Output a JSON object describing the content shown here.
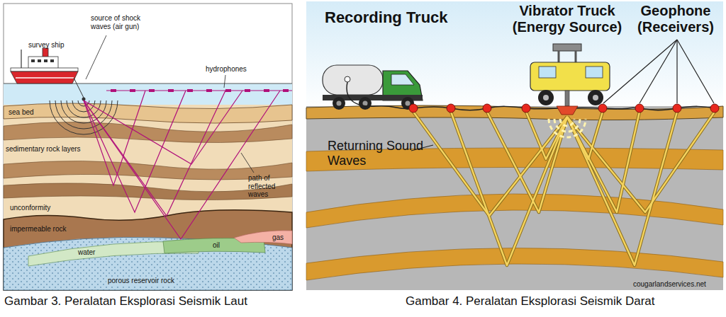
{
  "diagram": {
    "labels": [
      "survey ship",
      "source of shock waves (air gun)",
      "hydrophones",
      "sea bed",
      "sedimentary rock layers",
      "path of reflected waves",
      "unconformity",
      "impermeable rock",
      "water",
      "oil",
      "gas",
      "porous reservoir rock",
      "Recording Truck",
      "Vibrator Truck (Energy Source)",
      "Geophone (Receivers)",
      "Returning Sound Waves",
      "cougarlandservices.net",
      "Gambar 3. Peralatan Eksplorasi Seismik Laut",
      "Gambar 4. Peralatan Eksplorasi Seismik Darat"
    ]
  }
}
